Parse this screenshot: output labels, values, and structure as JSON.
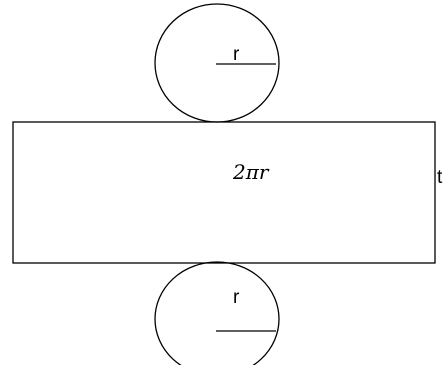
{
  "diagram": {
    "top_radius_label": "r",
    "bottom_radius_label": "r",
    "rectangle_label": "2πr",
    "height_label": "t"
  },
  "colors": {
    "stroke": "#000000",
    "background": "#ffffff"
  }
}
